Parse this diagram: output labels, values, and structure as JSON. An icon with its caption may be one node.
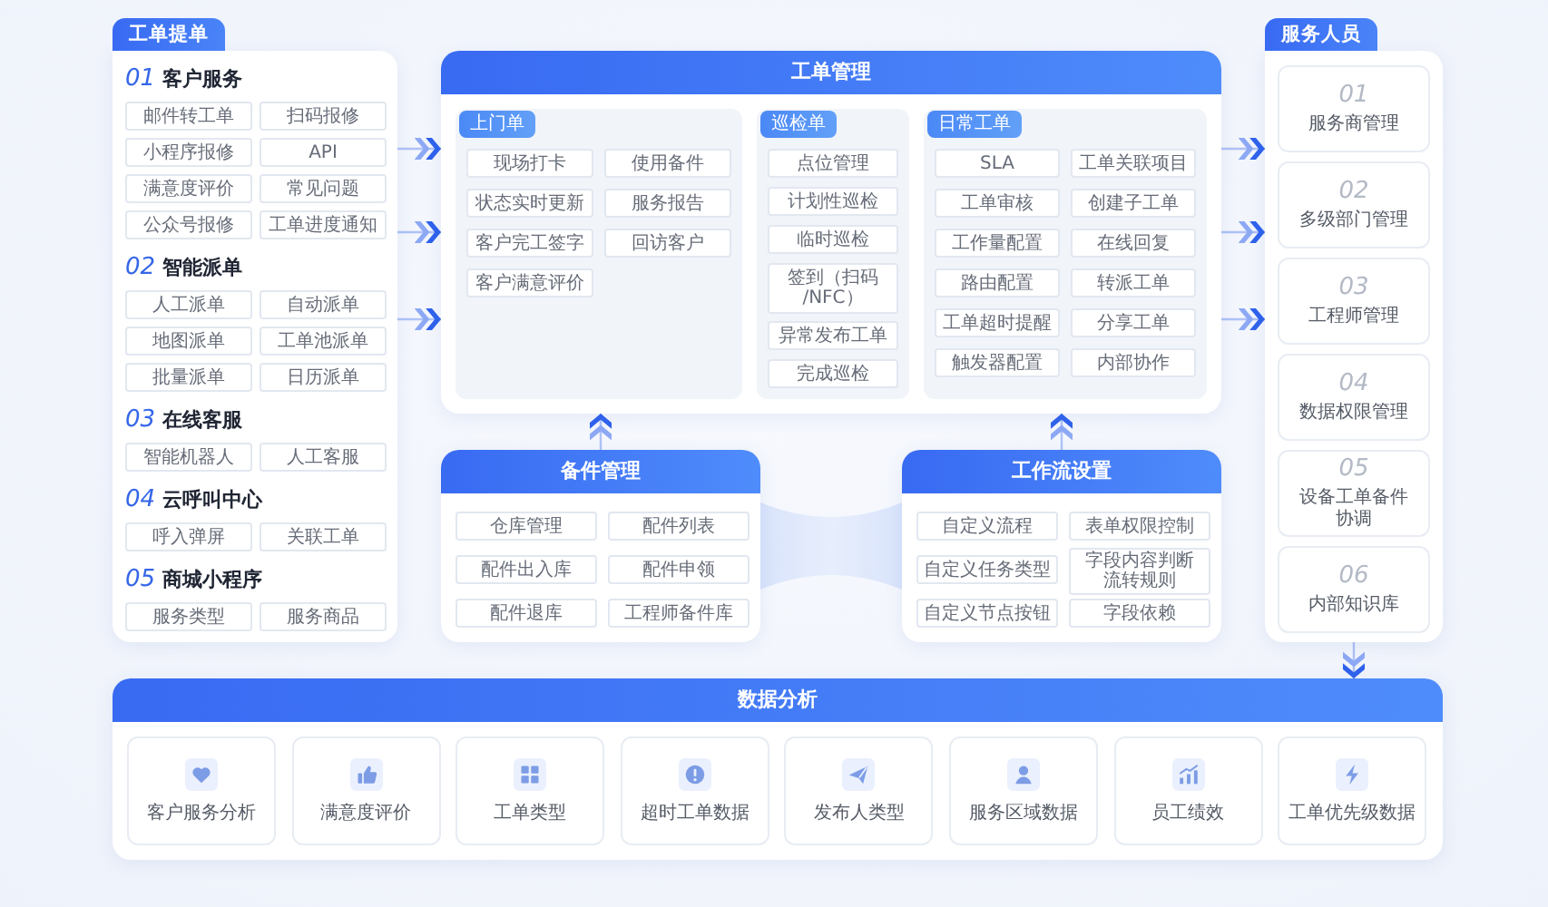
{
  "diagram": {
    "nodes": [
      {
        "text": [
          "工单提单",
          "01 客户服务",
          "02 智能派单",
          "03 在线客服",
          "04 云呼叫中心",
          "05 商城小程序"
        ]
      },
      {
        "text": [
          "邮件转工单"
        ],
        "in": 0
      },
      {
        "text": [
          "扫码报修"
        ],
        "in": 0
      },
      {
        "text": [
          "小程序报修"
        ],
        "in": 0
      },
      {
        "text": [
          "API"
        ],
        "in": 0
      },
      {
        "text": [
          "满意度评价"
        ],
        "in": 0
      },
      {
        "text": [
          "常见问题"
        ],
        "in": 0
      },
      {
        "text": [
          "公众号报修"
        ],
        "in": 0
      },
      {
        "text": [
          "工单进度通知"
        ],
        "in": 0
      },
      {
        "text": [
          "人工派单"
        ],
        "in": 0
      },
      {
        "text": [
          "自动派单"
        ],
        "in": 0
      },
      {
        "text": [
          "地图派单"
        ],
        "in": 0
      },
      {
        "text": [
          "工单池派单"
        ],
        "in": 0
      },
      {
        "text": [
          "批量派单"
        ],
        "in": 0
      },
      {
        "text": [
          "日历派单"
        ],
        "in": 0
      },
      {
        "text": [
          "智能机器人"
        ],
        "in": 0
      },
      {
        "text": [
          "人工客服"
        ],
        "in": 0
      },
      {
        "text": [
          "呼入弹屏"
        ],
        "in": 0
      },
      {
        "text": [
          "关联工单"
        ],
        "in": 0
      },
      {
        "text": [
          "服务类型"
        ],
        "in": 0
      },
      {
        "text": [
          "服务商品"
        ],
        "in": 0
      },
      {
        "text": [
          "工单管理"
        ]
      },
      {
        "text": [
          "上门单"
        ],
        "in": 21
      },
      {
        "text": [
          "现场打卡"
        ],
        "in": 22
      },
      {
        "text": [
          "使用备件"
        ],
        "in": 22
      },
      {
        "text": [
          "状态实时更新"
        ],
        "in": 22
      },
      {
        "text": [
          "服务报告"
        ],
        "in": 22
      },
      {
        "text": [
          "客户完工签字"
        ],
        "in": 22
      },
      {
        "text": [
          "回访客户"
        ],
        "in": 22
      },
      {
        "text": [
          "客户满意评价"
        ],
        "in": 22
      },
      {
        "text": [
          "巡检单"
        ],
        "in": 21
      },
      {
        "text": [
          "点位管理"
        ],
        "in": 30
      },
      {
        "text": [
          "计划性巡检"
        ],
        "in": 30
      },
      {
        "text": [
          "临时巡检"
        ],
        "in": 30
      },
      {
        "text": [
          "签到（扫码 /NFC）"
        ],
        "in": 30
      },
      {
        "text": [
          "异常发布工单"
        ],
        "in": 30
      },
      {
        "text": [
          "完成巡检"
        ],
        "in": 30
      },
      {
        "text": [
          "日常工单"
        ],
        "in": 21
      },
      {
        "text": [
          "SLA"
        ],
        "in": 37
      },
      {
        "text": [
          "工单关联项目"
        ],
        "in": 37
      },
      {
        "text": [
          "工单审核"
        ],
        "in": 37
      },
      {
        "text": [
          "创建子工单"
        ],
        "in": 37
      },
      {
        "text": [
          "工作量配置"
        ],
        "in": 37
      },
      {
        "text": [
          "在线回复"
        ],
        "in": 37
      },
      {
        "text": [
          "路由配置"
        ],
        "in": 37
      },
      {
        "text": [
          "转派工单"
        ],
        "in": 37
      },
      {
        "text": [
          "工单超时提醒"
        ],
        "in": 37
      },
      {
        "text": [
          "分享工单"
        ],
        "in": 37
      },
      {
        "text": [
          "触发器配置"
        ],
        "in": 37
      },
      {
        "text": [
          "内部协作"
        ],
        "in": 37
      },
      {
        "text": [
          "备件管理"
        ]
      },
      {
        "text": [
          "仓库管理"
        ],
        "in": 50
      },
      {
        "text": [
          "配件列表"
        ],
        "in": 50
      },
      {
        "text": [
          "配件出入库"
        ],
        "in": 50
      },
      {
        "text": [
          "配件申领"
        ],
        "in": 50
      },
      {
        "text": [
          "配件退库"
        ],
        "in": 50
      },
      {
        "text": [
          "工程师备件库"
        ],
        "in": 50
      },
      {
        "text": [
          "工作流设置"
        ]
      },
      {
        "text": [
          "自定义流程"
        ],
        "in": 57
      },
      {
        "text": [
          "表单权限控制"
        ],
        "in": 57
      },
      {
        "text": [
          "自定义任务类型"
        ],
        "in": 57
      },
      {
        "text": [
          "字段内容判断流转规则"
        ],
        "in": 57
      },
      {
        "text": [
          "自定义节点按钮"
        ],
        "in": 57
      },
      {
        "text": [
          "字段依赖"
        ],
        "in": 57
      },
      {
        "text": [
          "服务人员"
        ]
      },
      {
        "text": [
          "01",
          "服务商管理"
        ],
        "in": 64
      },
      {
        "text": [
          "02",
          "多级部门管理"
        ],
        "in": 64
      },
      {
        "text": [
          "03",
          "工程师管理"
        ],
        "in": 64
      },
      {
        "text": [
          "04",
          "数据权限管理"
        ],
        "in": 64
      },
      {
        "text": [
          "05",
          "设备工单备件协调"
        ],
        "in": 64
      },
      {
        "text": [
          "06",
          "内部知识库"
        ],
        "in": 64
      },
      {
        "text": [
          "数据分析"
        ]
      },
      {
        "text": [
          "客户服务分析"
        ],
        "in": 71
      },
      {
        "text": [
          "满意度评价"
        ],
        "in": 71
      },
      {
        "text": [
          "工单类型"
        ],
        "in": 71
      },
      {
        "text": [
          "超时工单数据"
        ],
        "in": 71
      },
      {
        "text": [
          "发布人类型"
        ],
        "in": 71
      },
      {
        "text": [
          "服务区域数据"
        ],
        "in": 71
      },
      {
        "text": [
          "员工绩效"
        ],
        "in": 71
      },
      {
        "text": [
          "工单优先级数据"
        ],
        "in": 71
      }
    ],
    "edges": [
      {
        "from": 0,
        "to": 21,
        "arrow": "to"
      },
      {
        "from": 0,
        "to": 21,
        "arrow": "to"
      },
      {
        "from": 0,
        "to": 21,
        "arrow": "to"
      },
      {
        "from": 21,
        "to": 64,
        "arrow": "to"
      },
      {
        "from": 21,
        "to": 64,
        "arrow": "to"
      },
      {
        "from": 21,
        "to": 64,
        "arrow": "to"
      },
      {
        "from": 50,
        "to": 21,
        "arrow": "to"
      },
      {
        "from": 57,
        "to": 21,
        "arrow": "to"
      },
      {
        "from": 50,
        "to": 57,
        "arrow": "none",
        "style": "thick",
        "color": "#d9e4fb"
      },
      {
        "from": 64,
        "to": 71,
        "arrow": "to"
      }
    ]
  }
}
